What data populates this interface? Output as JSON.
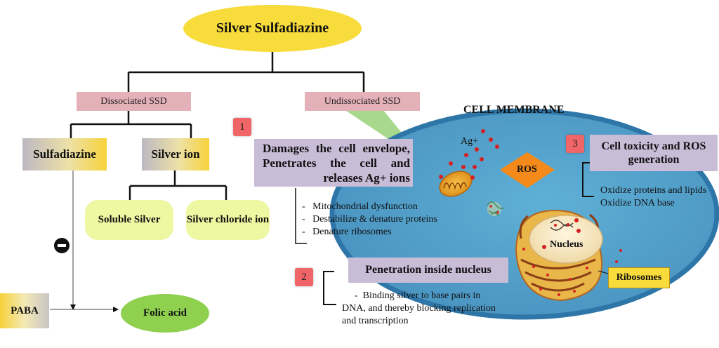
{
  "title": "Silver Sulfadiazine",
  "dissociated": "Dissociated SSD",
  "undissociated": "Undissociated SSD",
  "sulfadiazine": "Sulfadiazine",
  "silver_ion": "Silver ion",
  "soluble_silver": "Soluble Silver",
  "silver_chloride_ion": "Silver chloride ion",
  "paba": "PABA",
  "folic_acid": "Folic acid",
  "cell_membrane": "CELL MEMBRANE",
  "step1": {
    "number": "1",
    "heading": "Damages the cell envelope, Penetrates the cell and releases Ag+ ions",
    "items": [
      "Mitochondrial dysfunction",
      "Destabilize & denature proteins",
      "Denature ribosomes"
    ]
  },
  "step2": {
    "number": "2",
    "heading": "Penetration inside nucleus",
    "text": "Binding silver to base pairs in DNA, and thereby blocking replication and transcription"
  },
  "step3": {
    "number": "3",
    "heading": "Cell toxicity and ROS generation",
    "items": [
      "Oxidize proteins and lipids",
      "Oxidize DNA base"
    ]
  },
  "ag_label": "Ag+",
  "ros": "ROS",
  "nucleus": "Nucleus",
  "ribosomes": "Ribosomes",
  "colors": {
    "yellow": "#f7dc3c",
    "pink": "#e4b1b8",
    "lime": "#eef7a1",
    "green": "#8fd14f",
    "cell_fill": "#5aa7cf",
    "red_marker": "#f06567",
    "lavender": "#c9bcd7"
  }
}
